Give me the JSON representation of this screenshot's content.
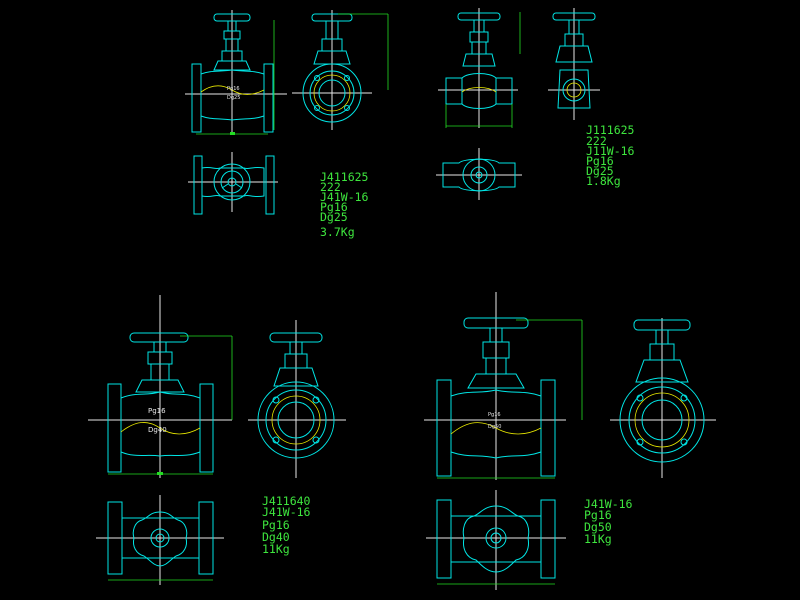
{
  "drawing": {
    "background": "#000000",
    "colors": {
      "outline": "#00e5e5",
      "center": "#e8e8e8",
      "hidden": "#e8e800",
      "dim": "#22dd22",
      "text": "#3ee63e"
    }
  },
  "valves": [
    {
      "id": "v1",
      "lines": [
        "J411625",
        "222",
        "J41W-16",
        "Pg16",
        "Dg25",
        "3.7Kg"
      ],
      "inner": [
        "Pg16",
        "Dg25"
      ]
    },
    {
      "id": "v2",
      "lines": [
        "J111625",
        "222",
        "J11W-16",
        "Pg16",
        "Dg25",
        "1.8Kg"
      ],
      "inner": []
    },
    {
      "id": "v3",
      "lines": [
        "J411640",
        "J41W-16",
        "Pg16",
        "Dg40",
        "11Kg"
      ],
      "inner": [
        "Pg16",
        "Dg40"
      ]
    },
    {
      "id": "v4",
      "lines": [
        "J41W-16",
        "Pg16",
        "Dg50",
        "11Kg"
      ],
      "inner": [
        "Pg16",
        "Dg50"
      ]
    }
  ]
}
